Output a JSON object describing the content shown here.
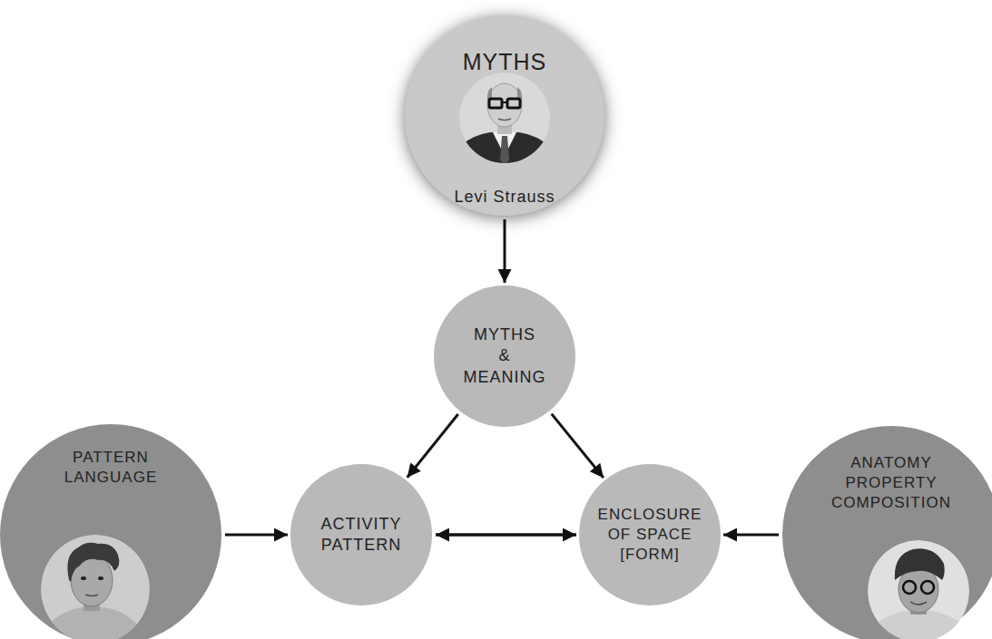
{
  "diagram": {
    "nodes": [
      {
        "text": [
          "MYTHS",
          "Levi Strauss"
        ]
      },
      {
        "text": [
          "MYTHS & MEANING"
        ]
      },
      {
        "text": [
          "PATTERN LANGUAGE"
        ]
      },
      {
        "text": [
          "ACTIVITY PATTERN"
        ]
      },
      {
        "text": [
          "ENCLOSURE OF SPACE [FORM]"
        ]
      },
      {
        "text": [
          "ANATOMY PROPERTY COMPOSITION"
        ]
      }
    ],
    "edges": [
      {
        "from": 0,
        "to": 1,
        "arrow": "to"
      },
      {
        "from": 1,
        "to": 3,
        "arrow": "to"
      },
      {
        "from": 1,
        "to": 4,
        "arrow": "to"
      },
      {
        "from": 2,
        "to": 3,
        "arrow": "to"
      },
      {
        "from": 5,
        "to": 4,
        "arrow": "to"
      },
      {
        "from": 3,
        "to": 4,
        "arrow": "both"
      }
    ]
  }
}
